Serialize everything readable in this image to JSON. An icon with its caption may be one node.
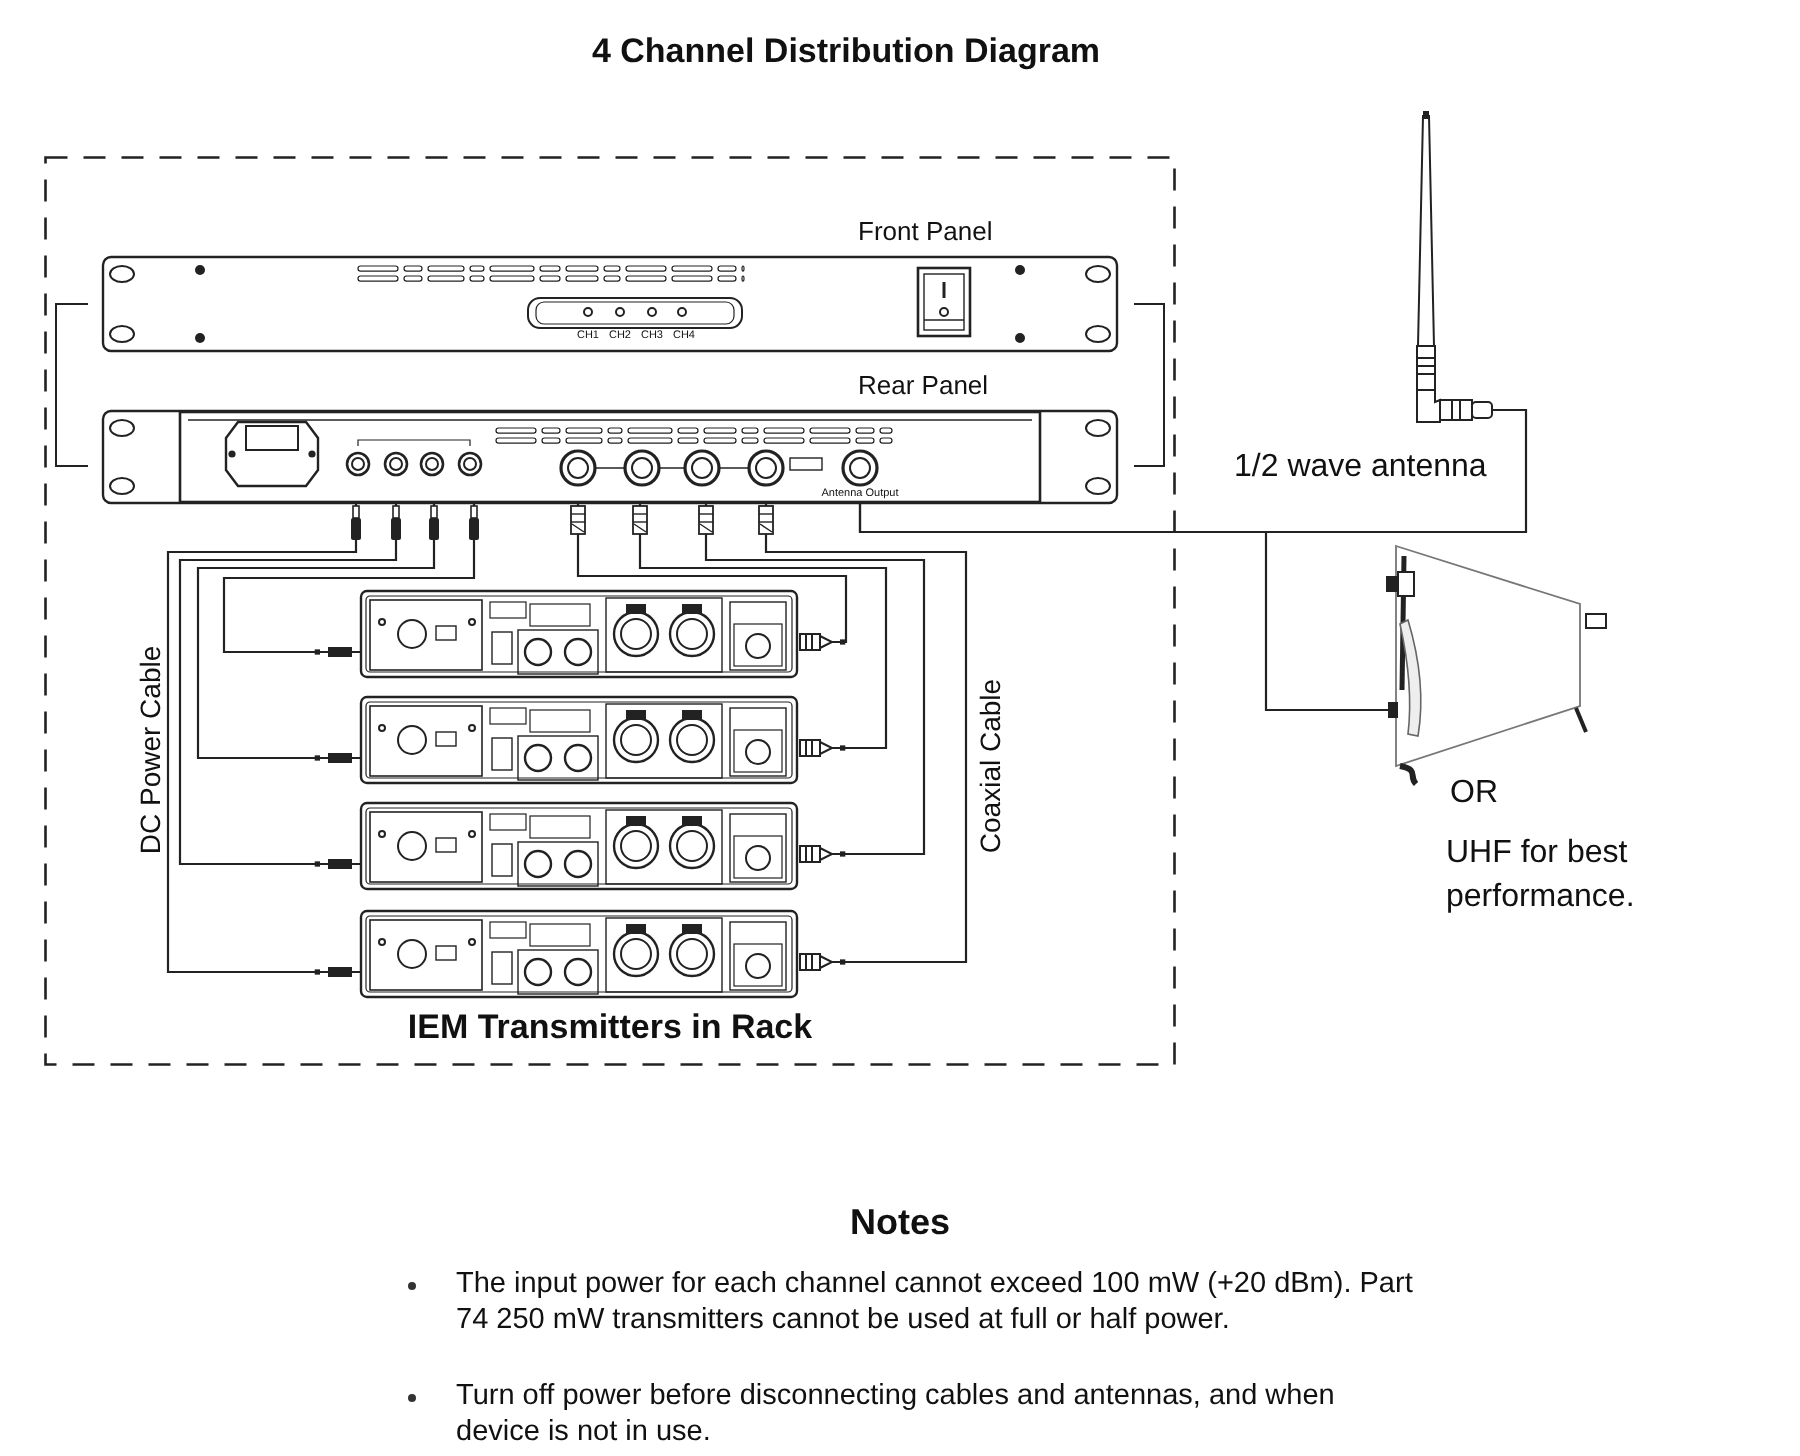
{
  "diagram": {
    "title": "4 Channel Distribution Diagram",
    "nodes": [
      {
        "text": [
          "IEM Transmitters in Rack"
        ]
      },
      {
        "text": [
          "Front Panel"
        ],
        "in": 0
      },
      {
        "text": [
          "Rear Panel"
        ],
        "in": 0
      },
      {
        "text": [],
        "shape": "picture",
        "in": 0
      },
      {
        "text": [],
        "shape": "picture",
        "in": 0
      },
      {
        "text": [],
        "shape": "picture",
        "in": 0
      },
      {
        "text": [],
        "shape": "picture",
        "in": 0
      },
      {
        "text": [],
        "shape": "picture",
        "beside": [
          "1/2 wave antenna"
        ]
      },
      {
        "text": [],
        "shape": "picture",
        "beside": [
          "OR",
          "UHF for best performance."
        ]
      }
    ],
    "edges": [
      {
        "from": 2,
        "to": 3,
        "arrow": "other"
      },
      {
        "from": 2,
        "to": 4,
        "arrow": "other"
      },
      {
        "from": 2,
        "to": 5,
        "arrow": "other"
      },
      {
        "from": 2,
        "to": 6,
        "arrow": "other"
      },
      {
        "from": 2,
        "to": 3,
        "arrow": "other"
      },
      {
        "from": 2,
        "to": 4,
        "arrow": "other"
      },
      {
        "from": 2,
        "to": 5,
        "arrow": "other"
      },
      {
        "from": 2,
        "to": 6,
        "arrow": "other"
      },
      {
        "from": 2,
        "to": 7,
        "arrow": "none"
      },
      {
        "from": 2,
        "to": 8,
        "arrow": "none"
      }
    ],
    "labels": [
      "CH1",
      "CH2",
      "CH3",
      "CH4",
      "Antenna Output",
      "DC Power Cable",
      "Coaxial Cable",
      "Notes",
      "The input power for each channel cannot exceed 100 mW (+20 dBm). Part 74 250 mW transmitters cannot be used at full or half power.",
      "Turn off power before disconnecting cables and antennas, and when device is not in use."
    ]
  }
}
